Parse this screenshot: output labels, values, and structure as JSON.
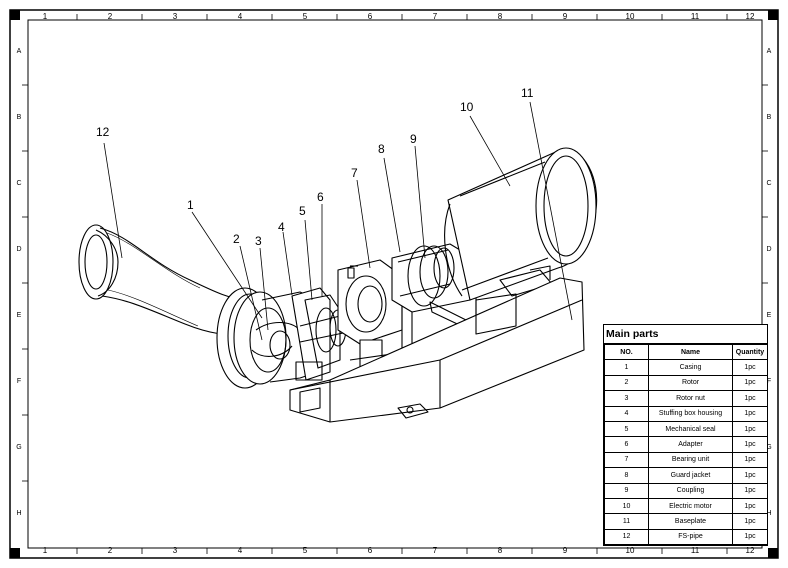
{
  "drawing_frame": {
    "columns": [
      "1",
      "2",
      "3",
      "4",
      "5",
      "6",
      "7",
      "8",
      "9",
      "10",
      "11",
      "12"
    ],
    "rows": [
      "A",
      "B",
      "C",
      "D",
      "E",
      "F",
      "G",
      "H"
    ]
  },
  "callouts": [
    "1",
    "2",
    "3",
    "4",
    "5",
    "6",
    "7",
    "8",
    "9",
    "10",
    "11",
    "12"
  ],
  "parts_table": {
    "title": "Main parts",
    "headers": [
      "NO.",
      "Name",
      "Quantity"
    ],
    "rows": [
      [
        "1",
        "Casing",
        "1pc"
      ],
      [
        "2",
        "Rotor",
        "1pc"
      ],
      [
        "3",
        "Rotor nut",
        "1pc"
      ],
      [
        "4",
        "Stuffing box housing",
        "1pc"
      ],
      [
        "5",
        "Mechanical seal",
        "1pc"
      ],
      [
        "6",
        "Adapter",
        "1pc"
      ],
      [
        "7",
        "Bearing unit",
        "1pc"
      ],
      [
        "8",
        "Guard jacket",
        "1pc"
      ],
      [
        "9",
        "Coupling",
        "1pc"
      ],
      [
        "10",
        "Electric motor",
        "1pc"
      ],
      [
        "11",
        "Baseplate",
        "1pc"
      ],
      [
        "12",
        "FS-pipe",
        "1pc"
      ]
    ]
  }
}
